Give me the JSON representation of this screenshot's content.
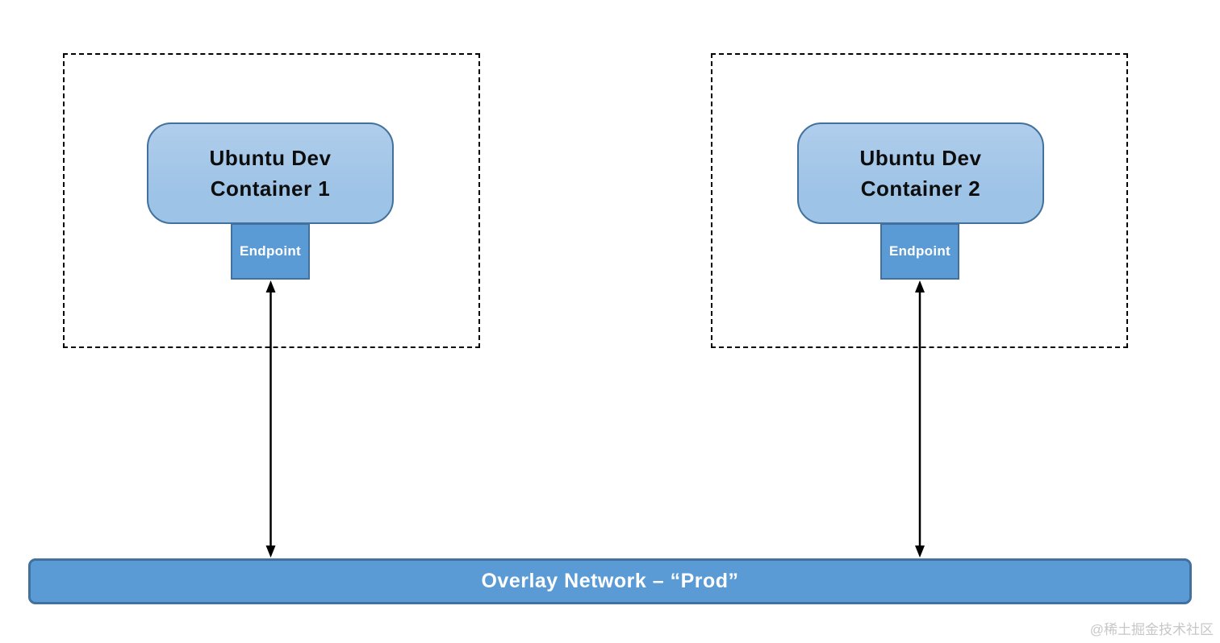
{
  "diagram": {
    "hosts": [
      {
        "container": {
          "lines": [
            "Ubuntu Dev",
            "Container 1"
          ]
        },
        "endpoint_label": "Endpoint"
      },
      {
        "container": {
          "lines": [
            "Ubuntu Dev",
            "Container 2"
          ]
        },
        "endpoint_label": "Endpoint"
      }
    ],
    "network_bar": {
      "label": "Overlay Network – “Prod”"
    },
    "colors": {
      "container_fill": "#9dc3e6",
      "container_border": "#41719c",
      "endpoint_fill": "#5b9bd5",
      "endpoint_border": "#41719c",
      "network_fill": "#5b9bd5",
      "network_border": "#41719c",
      "dashed_border": "#000000",
      "arrow": "#000000"
    }
  },
  "watermark": "@稀土掘金技术社区"
}
